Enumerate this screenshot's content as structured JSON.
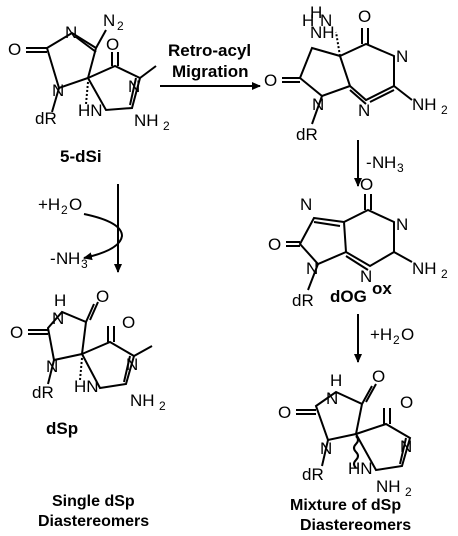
{
  "colors": {
    "oxygen": "#e0141e",
    "nitrogen_highlight": "#1c2bd6",
    "ink": "#000000"
  },
  "atoms": {
    "N": "N",
    "O": "O",
    "NH": "NH",
    "HN": "HN",
    "H": "H",
    "dR": "dR",
    "NH2_base": "NH",
    "sub2": "2"
  },
  "compounds": {
    "five_dsi": "5-dSi",
    "dog_ox_base": "dOG",
    "dog_ox_sup": "ox",
    "dsp": "dSp"
  },
  "reactions": {
    "retro_acyl_line1": "Retro-acyl",
    "retro_acyl_line2": "Migration",
    "add_water_prefix": "+H",
    "add_water_O": "O",
    "loss_ammonia_prefix": "-",
    "loss_ammonia_N": "N",
    "loss_ammonia_suffix": "H",
    "sub3": "3"
  },
  "captions": {
    "left_line1": "Single dSp",
    "left_line2": "Diastereomers",
    "right_line1": "Mixture of dSp",
    "right_line2": "Diastereomers"
  }
}
